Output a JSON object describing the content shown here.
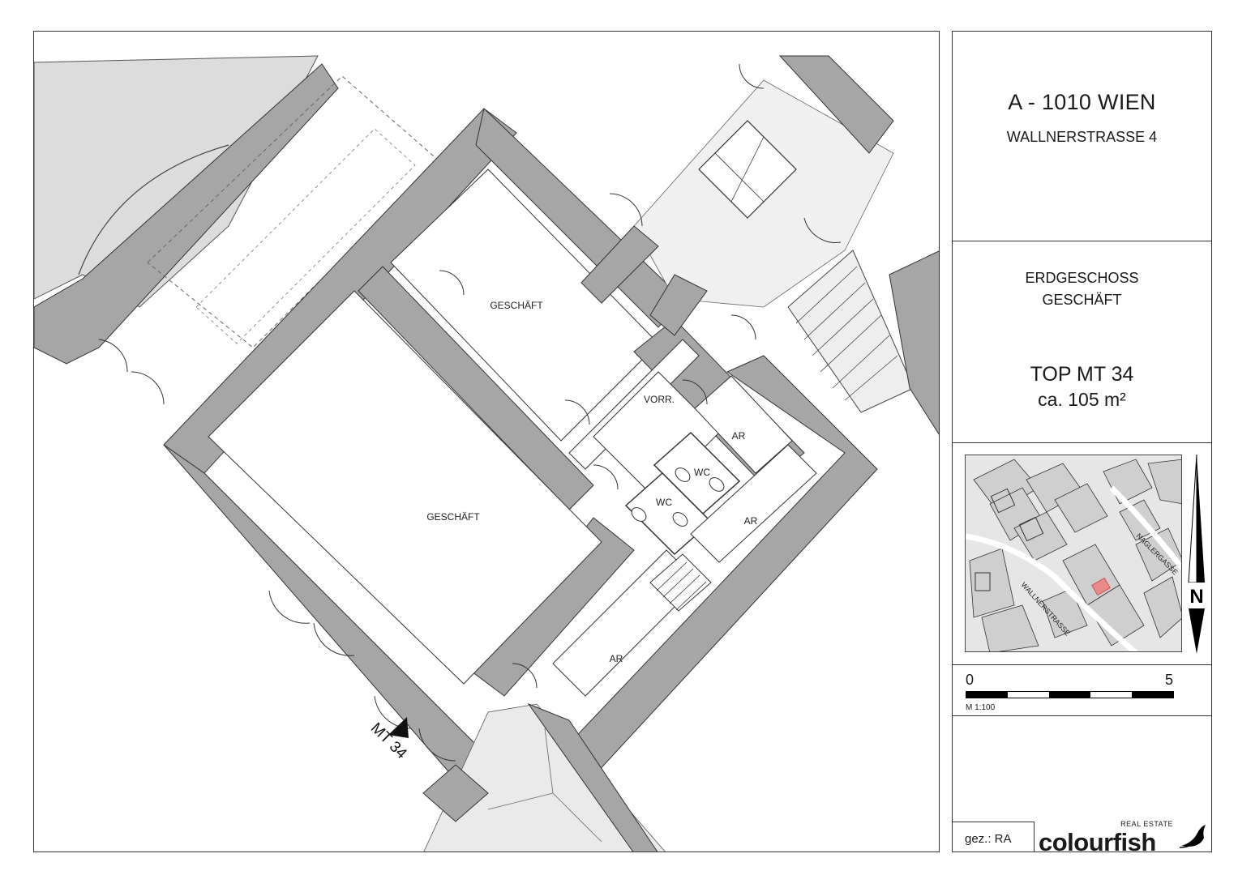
{
  "plan": {
    "rooms": [
      {
        "key": "geschaeft_1",
        "label": "GESCHÄFT"
      },
      {
        "key": "geschaeft_2",
        "label": "GESCHÄFT"
      },
      {
        "key": "vorraum",
        "label": "VORR."
      },
      {
        "key": "ar_1",
        "label": "AR"
      },
      {
        "key": "wc_1",
        "label": "WC"
      },
      {
        "key": "wc_2",
        "label": "WC"
      },
      {
        "key": "ar_2",
        "label": "AR"
      },
      {
        "key": "ar_3",
        "label": "AR"
      }
    ],
    "entrance_label": "MT 34"
  },
  "title_block": {
    "city": "A - 1010 WIEN",
    "street": "WALLNERSTRASSE 4",
    "floor": "ERDGESCHOSS",
    "use": "GESCHÄFT",
    "unit": "TOP MT 34",
    "area": "ca. 105 m²"
  },
  "site_map": {
    "streets": [
      "NAGLERGASSE",
      "WALLNERSTRASSE"
    ],
    "north_label": "N",
    "highlight_color": "#e88a8a"
  },
  "scale": {
    "start": "0",
    "end": "5",
    "ratio": "M 1:100"
  },
  "footer": {
    "drawn_by": "gez.: RA",
    "logo_tag": "REAL ESTATE",
    "logo_word": "colourfish"
  },
  "colors": {
    "wall": "#a6a6a6",
    "hatch": "#d9d9d9",
    "line": "#222222"
  }
}
